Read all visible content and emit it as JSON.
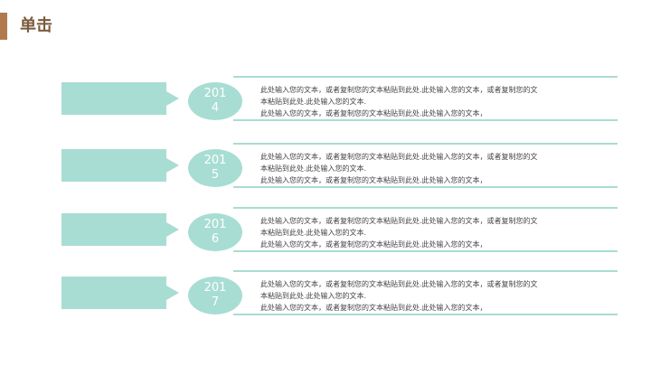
{
  "header": {
    "title": "单击"
  },
  "colors": {
    "accent": "#b07a4e",
    "teal": "#a8ddd3",
    "text": "#444444"
  },
  "rows": [
    {
      "year_top": "201",
      "year_bottom": "4",
      "line1": "此处输入您的文本，或者复制您的文本粘贴到此处.此处输入您的文本，或者复制您的文",
      "line2": "本粘贴到此处.此处输入您的文本.",
      "line3": "此处输入您的文本，或者复制您的文本粘贴到此处.此处输入您的文本，"
    },
    {
      "year_top": "201",
      "year_bottom": "5",
      "line1": "此处输入您的文本，或者复制您的文本粘贴到此处.此处输入您的文本，或者复制您的文",
      "line2": "本粘贴到此处.此处输入您的文本.",
      "line3": "此处输入您的文本，或者复制您的文本粘贴到此处.此处输入您的文本，"
    },
    {
      "year_top": "201",
      "year_bottom": "6",
      "line1": "此处输入您的文本，或者复制您的文本粘贴到此处.此处输入您的文本，或者复制您的文",
      "line2": "本粘贴到此处.此处输入您的文本.",
      "line3": "此处输入您的文本，或者复制您的文本粘贴到此处.此处输入您的文本，"
    },
    {
      "year_top": "201",
      "year_bottom": "7",
      "line1": "此处输入您的文本，或者复制您的文本粘贴到此处.此处输入您的文本，或者复制您的文",
      "line2": "本粘贴到此处.此处输入您的文本.",
      "line3": "此处输入您的文本，或者复制您的文本粘贴到此处.此处输入您的文本，"
    }
  ]
}
